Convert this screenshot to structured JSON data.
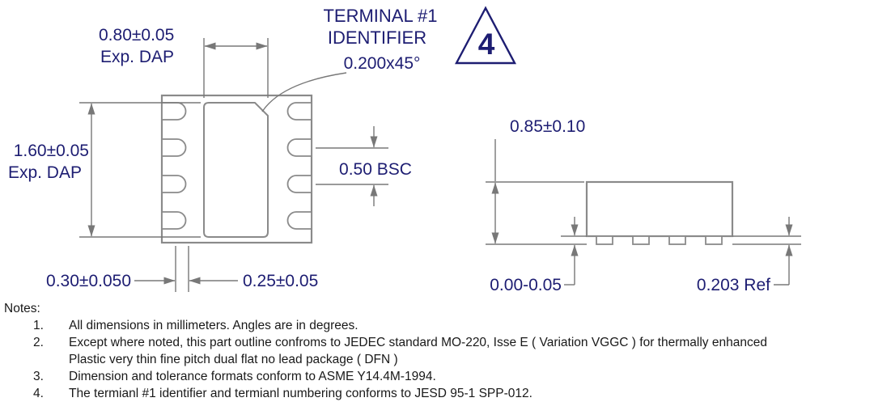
{
  "colors": {
    "bg": "#ffffff",
    "line": "#8a8a8a",
    "dimline": "#787878",
    "dim-text": "#1d1d72",
    "note-text": "#191919"
  },
  "top_view": {
    "dap_width": "0.80±0.05",
    "dap_width_sub": "Exp. DAP",
    "terminal_line1": "TERMINAL #1",
    "terminal_line2": "IDENTIFIER",
    "chamfer": "0.200x45°",
    "flag_number": "4",
    "dap_height": "1.60±0.05",
    "dap_height_sub": "Exp. DAP",
    "lead_pitch": "0.50 BSC",
    "lead_length": "0.30±0.050",
    "lead_width": "0.25±0.05"
  },
  "side_view": {
    "package_height": "0.85±0.10",
    "standoff": "0.00-0.05",
    "lead_thickness": "0.203 Ref"
  },
  "notes": {
    "title": "Notes:",
    "items": [
      {
        "num": "1.",
        "lines": [
          "All dimensions in millimeters. Angles are in degrees."
        ]
      },
      {
        "num": "2.",
        "lines": [
          "Except where noted, this part outline confroms to JEDEC standard MO-220, Isse E ( Variation VGGC ) for thermally enhanced",
          "Plastic very thin fine pitch dual flat no lead package ( DFN )"
        ]
      },
      {
        "num": "3.",
        "lines": [
          "Dimension and tolerance formats conform to ASME Y14.4M-1994."
        ]
      },
      {
        "num": "4.",
        "lines": [
          "The termianl #1 identifier and termianl numbering conforms to JESD 95-1 SPP-012."
        ]
      }
    ]
  }
}
